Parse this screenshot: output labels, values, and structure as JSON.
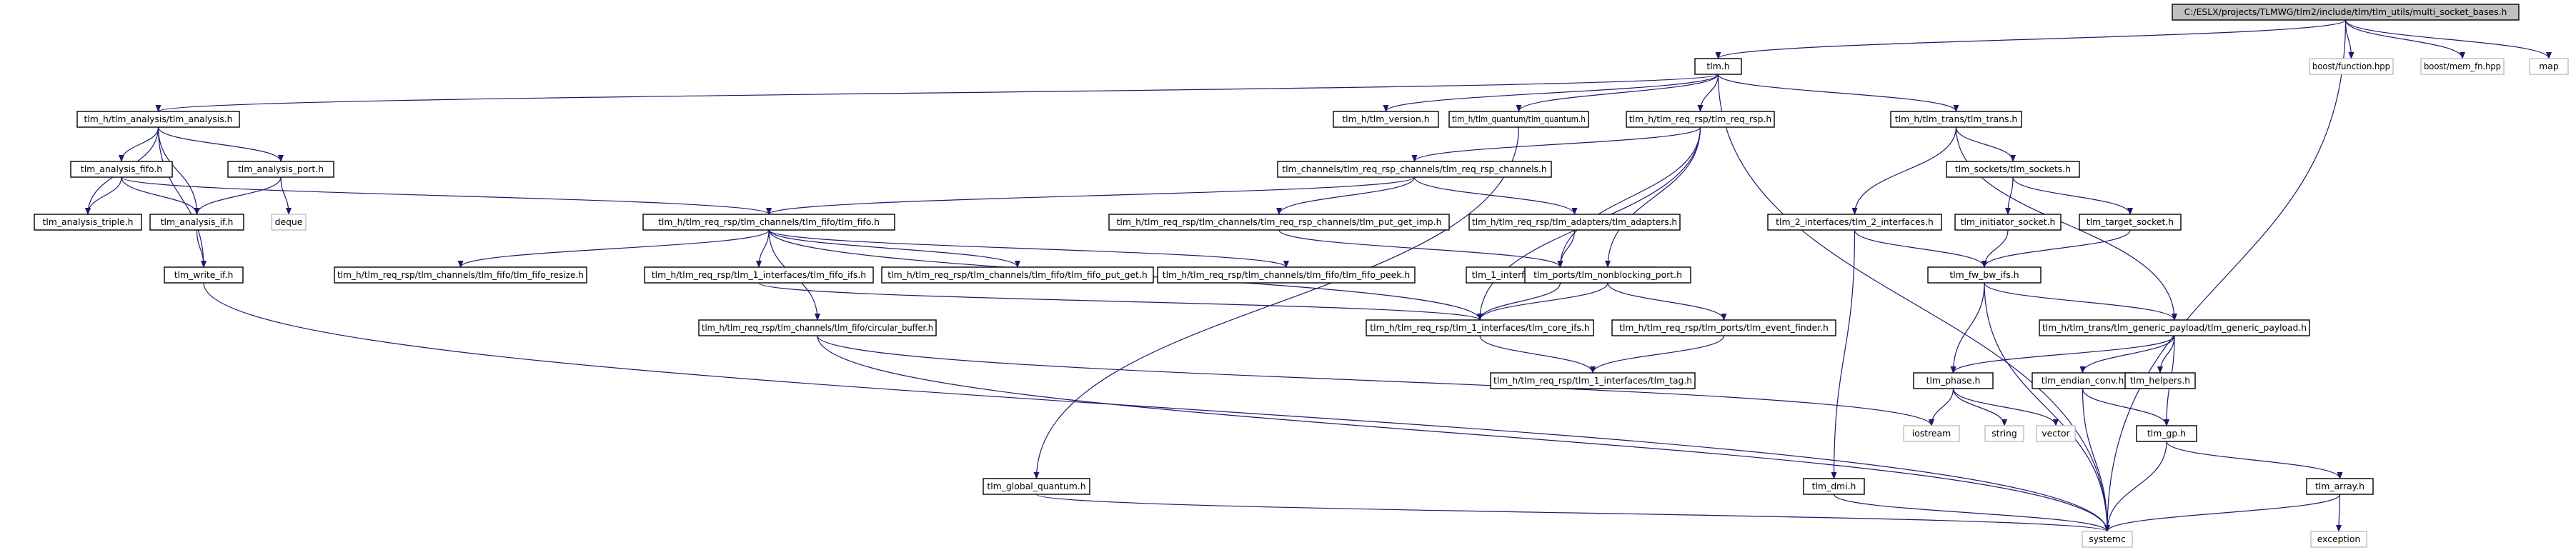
{
  "diagram": {
    "type": "include-dependency-graph",
    "nodes": [
      {
        "id": "root",
        "label": "C:/ESLX/projects/TLMWG/tlm2/include/tlm/tlm_utils/multi_socket_bases.h",
        "kind": "root"
      },
      {
        "id": "tlmh",
        "label": "tlm.h"
      },
      {
        "id": "bfun",
        "label": "boost/function.hpp",
        "kind": "ext"
      },
      {
        "id": "bmem",
        "label": "boost/mem_fn.hpp",
        "kind": "ext"
      },
      {
        "id": "map",
        "label": "map",
        "kind": "ext"
      },
      {
        "id": "anal",
        "label": "tlm_h/tlm_analysis/tlm_analysis.h"
      },
      {
        "id": "ver",
        "label": "tlm_h/tlm_version.h"
      },
      {
        "id": "quant",
        "label": "tlm_h/tlm_quantum/tlm_quantum.h"
      },
      {
        "id": "reqrsp",
        "label": "tlm_h/tlm_req_rsp/tlm_req_rsp.h"
      },
      {
        "id": "trans",
        "label": "tlm_h/tlm_trans/tlm_trans.h"
      },
      {
        "id": "afifo",
        "label": "tlm_analysis_fifo.h"
      },
      {
        "id": "aport",
        "label": "tlm_analysis_port.h"
      },
      {
        "id": "chan",
        "label": "tlm_channels/tlm_req_rsp_channels/tlm_req_rsp_channels.h"
      },
      {
        "id": "sock",
        "label": "tlm_sockets/tlm_sockets.h"
      },
      {
        "id": "atrip",
        "label": "tlm_analysis_triple.h"
      },
      {
        "id": "aif",
        "label": "tlm_analysis_if.h"
      },
      {
        "id": "deque",
        "label": "deque",
        "kind": "ext"
      },
      {
        "id": "fifo",
        "label": "tlm_h/tlm_req_rsp/tlm_channels/tlm_fifo/tlm_fifo.h"
      },
      {
        "id": "pgimp",
        "label": "tlm_h/tlm_req_rsp/tlm_channels/tlm_req_rsp_channels/tlm_put_get_imp.h"
      },
      {
        "id": "adapt",
        "label": "tlm_h/tlm_req_rsp/tlm_adapters/tlm_adapters.h"
      },
      {
        "id": "if2",
        "label": "tlm_2_interfaces/tlm_2_interfaces.h"
      },
      {
        "id": "isock",
        "label": "tlm_initiator_socket.h"
      },
      {
        "id": "tsock",
        "label": "tlm_target_socket.h"
      },
      {
        "id": "wif",
        "label": "tlm_write_if.h"
      },
      {
        "id": "fresz",
        "label": "tlm_h/tlm_req_rsp/tlm_channels/tlm_fifo/tlm_fifo_resize.h"
      },
      {
        "id": "fifs",
        "label": "tlm_h/tlm_req_rsp/tlm_1_interfaces/tlm_fifo_ifs.h"
      },
      {
        "id": "fpg",
        "label": "tlm_h/tlm_req_rsp/tlm_channels/tlm_fifo/tlm_fifo_put_get.h"
      },
      {
        "id": "fpeek",
        "label": "tlm_h/tlm_req_rsp/tlm_channels/tlm_fifo/tlm_fifo_peek.h"
      },
      {
        "id": "msifs",
        "label": "tlm_1_interfaces/tlm_master_slave_ifs.h"
      },
      {
        "id": "nbport",
        "label": "tlm_ports/tlm_nonblocking_port.h"
      },
      {
        "id": "fwbw",
        "label": "tlm_fw_bw_ifs.h"
      },
      {
        "id": "cbuf",
        "label": "tlm_h/tlm_req_rsp/tlm_channels/tlm_fifo/circular_buffer.h"
      },
      {
        "id": "core",
        "label": "tlm_h/tlm_req_rsp/tlm_1_interfaces/tlm_core_ifs.h"
      },
      {
        "id": "evf",
        "label": "tlm_h/tlm_req_rsp/tlm_ports/tlm_event_finder.h"
      },
      {
        "id": "gp",
        "label": "tlm_h/tlm_trans/tlm_generic_payload/tlm_generic_payload.h"
      },
      {
        "id": "tag",
        "label": "tlm_h/tlm_req_rsp/tlm_1_interfaces/tlm_tag.h"
      },
      {
        "id": "phase",
        "label": "tlm_phase.h"
      },
      {
        "id": "endian",
        "label": "tlm_endian_conv.h"
      },
      {
        "id": "help",
        "label": "tlm_helpers.h"
      },
      {
        "id": "iostr",
        "label": "iostream",
        "kind": "ext"
      },
      {
        "id": "str",
        "label": "string",
        "kind": "ext"
      },
      {
        "id": "vec",
        "label": "vector",
        "kind": "ext"
      },
      {
        "id": "tgp",
        "label": "tlm_gp.h"
      },
      {
        "id": "gq",
        "label": "tlm_global_quantum.h"
      },
      {
        "id": "dmi",
        "label": "tlm_dmi.h"
      },
      {
        "id": "arr",
        "label": "tlm_array.h"
      },
      {
        "id": "exc",
        "label": "exception",
        "kind": "ext"
      },
      {
        "id": "sysc",
        "label": "systemc",
        "kind": "ext"
      }
    ],
    "edges": [
      [
        "root",
        "tlmh"
      ],
      [
        "root",
        "bfun"
      ],
      [
        "root",
        "bmem"
      ],
      [
        "root",
        "map"
      ],
      [
        "root",
        "sysc"
      ],
      [
        "tlmh",
        "anal"
      ],
      [
        "tlmh",
        "ver"
      ],
      [
        "tlmh",
        "quant"
      ],
      [
        "tlmh",
        "reqrsp"
      ],
      [
        "tlmh",
        "trans"
      ],
      [
        "tlmh",
        "sysc"
      ],
      [
        "anal",
        "afifo"
      ],
      [
        "anal",
        "aport"
      ],
      [
        "anal",
        "atrip"
      ],
      [
        "anal",
        "aif"
      ],
      [
        "anal",
        "wif"
      ],
      [
        "afifo",
        "atrip"
      ],
      [
        "afifo",
        "aif"
      ],
      [
        "afifo",
        "fifo"
      ],
      [
        "aport",
        "aif"
      ],
      [
        "aport",
        "deque"
      ],
      [
        "aif",
        "wif"
      ],
      [
        "wif",
        "sysc"
      ],
      [
        "quant",
        "gq"
      ],
      [
        "gq",
        "sysc"
      ],
      [
        "reqrsp",
        "chan"
      ],
      [
        "reqrsp",
        "msifs"
      ],
      [
        "reqrsp",
        "nbport"
      ],
      [
        "reqrsp",
        "core"
      ],
      [
        "chan",
        "fifo"
      ],
      [
        "chan",
        "pgimp"
      ],
      [
        "chan",
        "adapt"
      ],
      [
        "pgimp",
        "msifs"
      ],
      [
        "adapt",
        "msifs"
      ],
      [
        "msifs",
        "core"
      ],
      [
        "fifo",
        "fresz"
      ],
      [
        "fifo",
        "fifs"
      ],
      [
        "fifo",
        "fpg"
      ],
      [
        "fifo",
        "fpeek"
      ],
      [
        "fifo",
        "cbuf"
      ],
      [
        "fifo",
        "core"
      ],
      [
        "fifs",
        "core"
      ],
      [
        "nbport",
        "core"
      ],
      [
        "nbport",
        "evf"
      ],
      [
        "core",
        "tag"
      ],
      [
        "evf",
        "tag"
      ],
      [
        "cbuf",
        "iostr"
      ],
      [
        "cbuf",
        "sysc"
      ],
      [
        "trans",
        "if2"
      ],
      [
        "trans",
        "sock"
      ],
      [
        "trans",
        "gp"
      ],
      [
        "sock",
        "isock"
      ],
      [
        "sock",
        "tsock"
      ],
      [
        "isock",
        "fwbw"
      ],
      [
        "tsock",
        "fwbw"
      ],
      [
        "if2",
        "fwbw"
      ],
      [
        "if2",
        "dmi"
      ],
      [
        "fwbw",
        "gp"
      ],
      [
        "fwbw",
        "phase"
      ],
      [
        "fwbw",
        "sysc"
      ],
      [
        "gp",
        "phase"
      ],
      [
        "gp",
        "endian"
      ],
      [
        "gp",
        "help"
      ],
      [
        "gp",
        "tgp"
      ],
      [
        "phase",
        "iostr"
      ],
      [
        "phase",
        "str"
      ],
      [
        "phase",
        "vec"
      ],
      [
        "endian",
        "tgp"
      ],
      [
        "endian",
        "sysc"
      ],
      [
        "tgp",
        "arr"
      ],
      [
        "tgp",
        "sysc"
      ],
      [
        "arr",
        "exc"
      ],
      [
        "arr",
        "sysc"
      ],
      [
        "dmi",
        "sysc"
      ]
    ]
  }
}
